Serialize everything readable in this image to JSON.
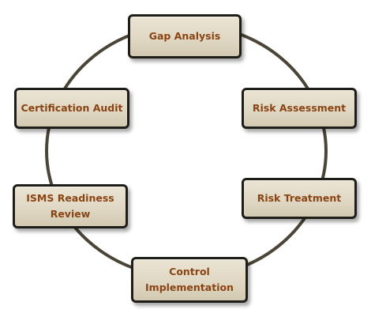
{
  "diagram": {
    "steps": [
      {
        "id": "gap-analysis",
        "label": "Gap Analysis"
      },
      {
        "id": "risk-assessment",
        "label": "Risk Assessment"
      },
      {
        "id": "risk-treatment",
        "label": "Risk Treatment"
      },
      {
        "id": "control-implementation",
        "label": "Control\nImplementation"
      },
      {
        "id": "isms-readiness-review",
        "label": "ISMS Readiness\nReview"
      },
      {
        "id": "certification-audit",
        "label": "Certification Audit"
      }
    ],
    "colors": {
      "ring": "#4a4536",
      "box_fill": "#e0d8c4",
      "box_border": "#1f1d18",
      "text": "#8a4413"
    }
  }
}
